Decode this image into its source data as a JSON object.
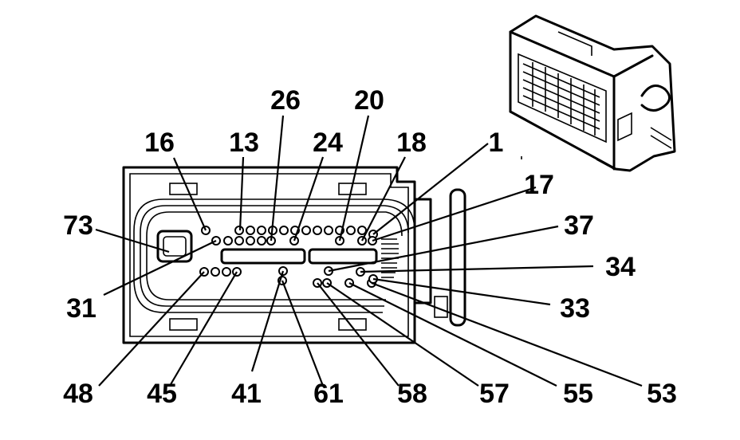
{
  "diagram": {
    "pin_labels": {
      "p1": "1",
      "p13": "13",
      "p16": "16",
      "p17": "17",
      "p18": "18",
      "p20": "20",
      "p24": "24",
      "p26": "26",
      "p31": "31",
      "p33": "33",
      "p34": "34",
      "p37": "37",
      "p41": "41",
      "p45": "45",
      "p48": "48",
      "p53": "53",
      "p55": "55",
      "p57": "57",
      "p58": "58",
      "p61": "61",
      "p73": "73"
    }
  }
}
